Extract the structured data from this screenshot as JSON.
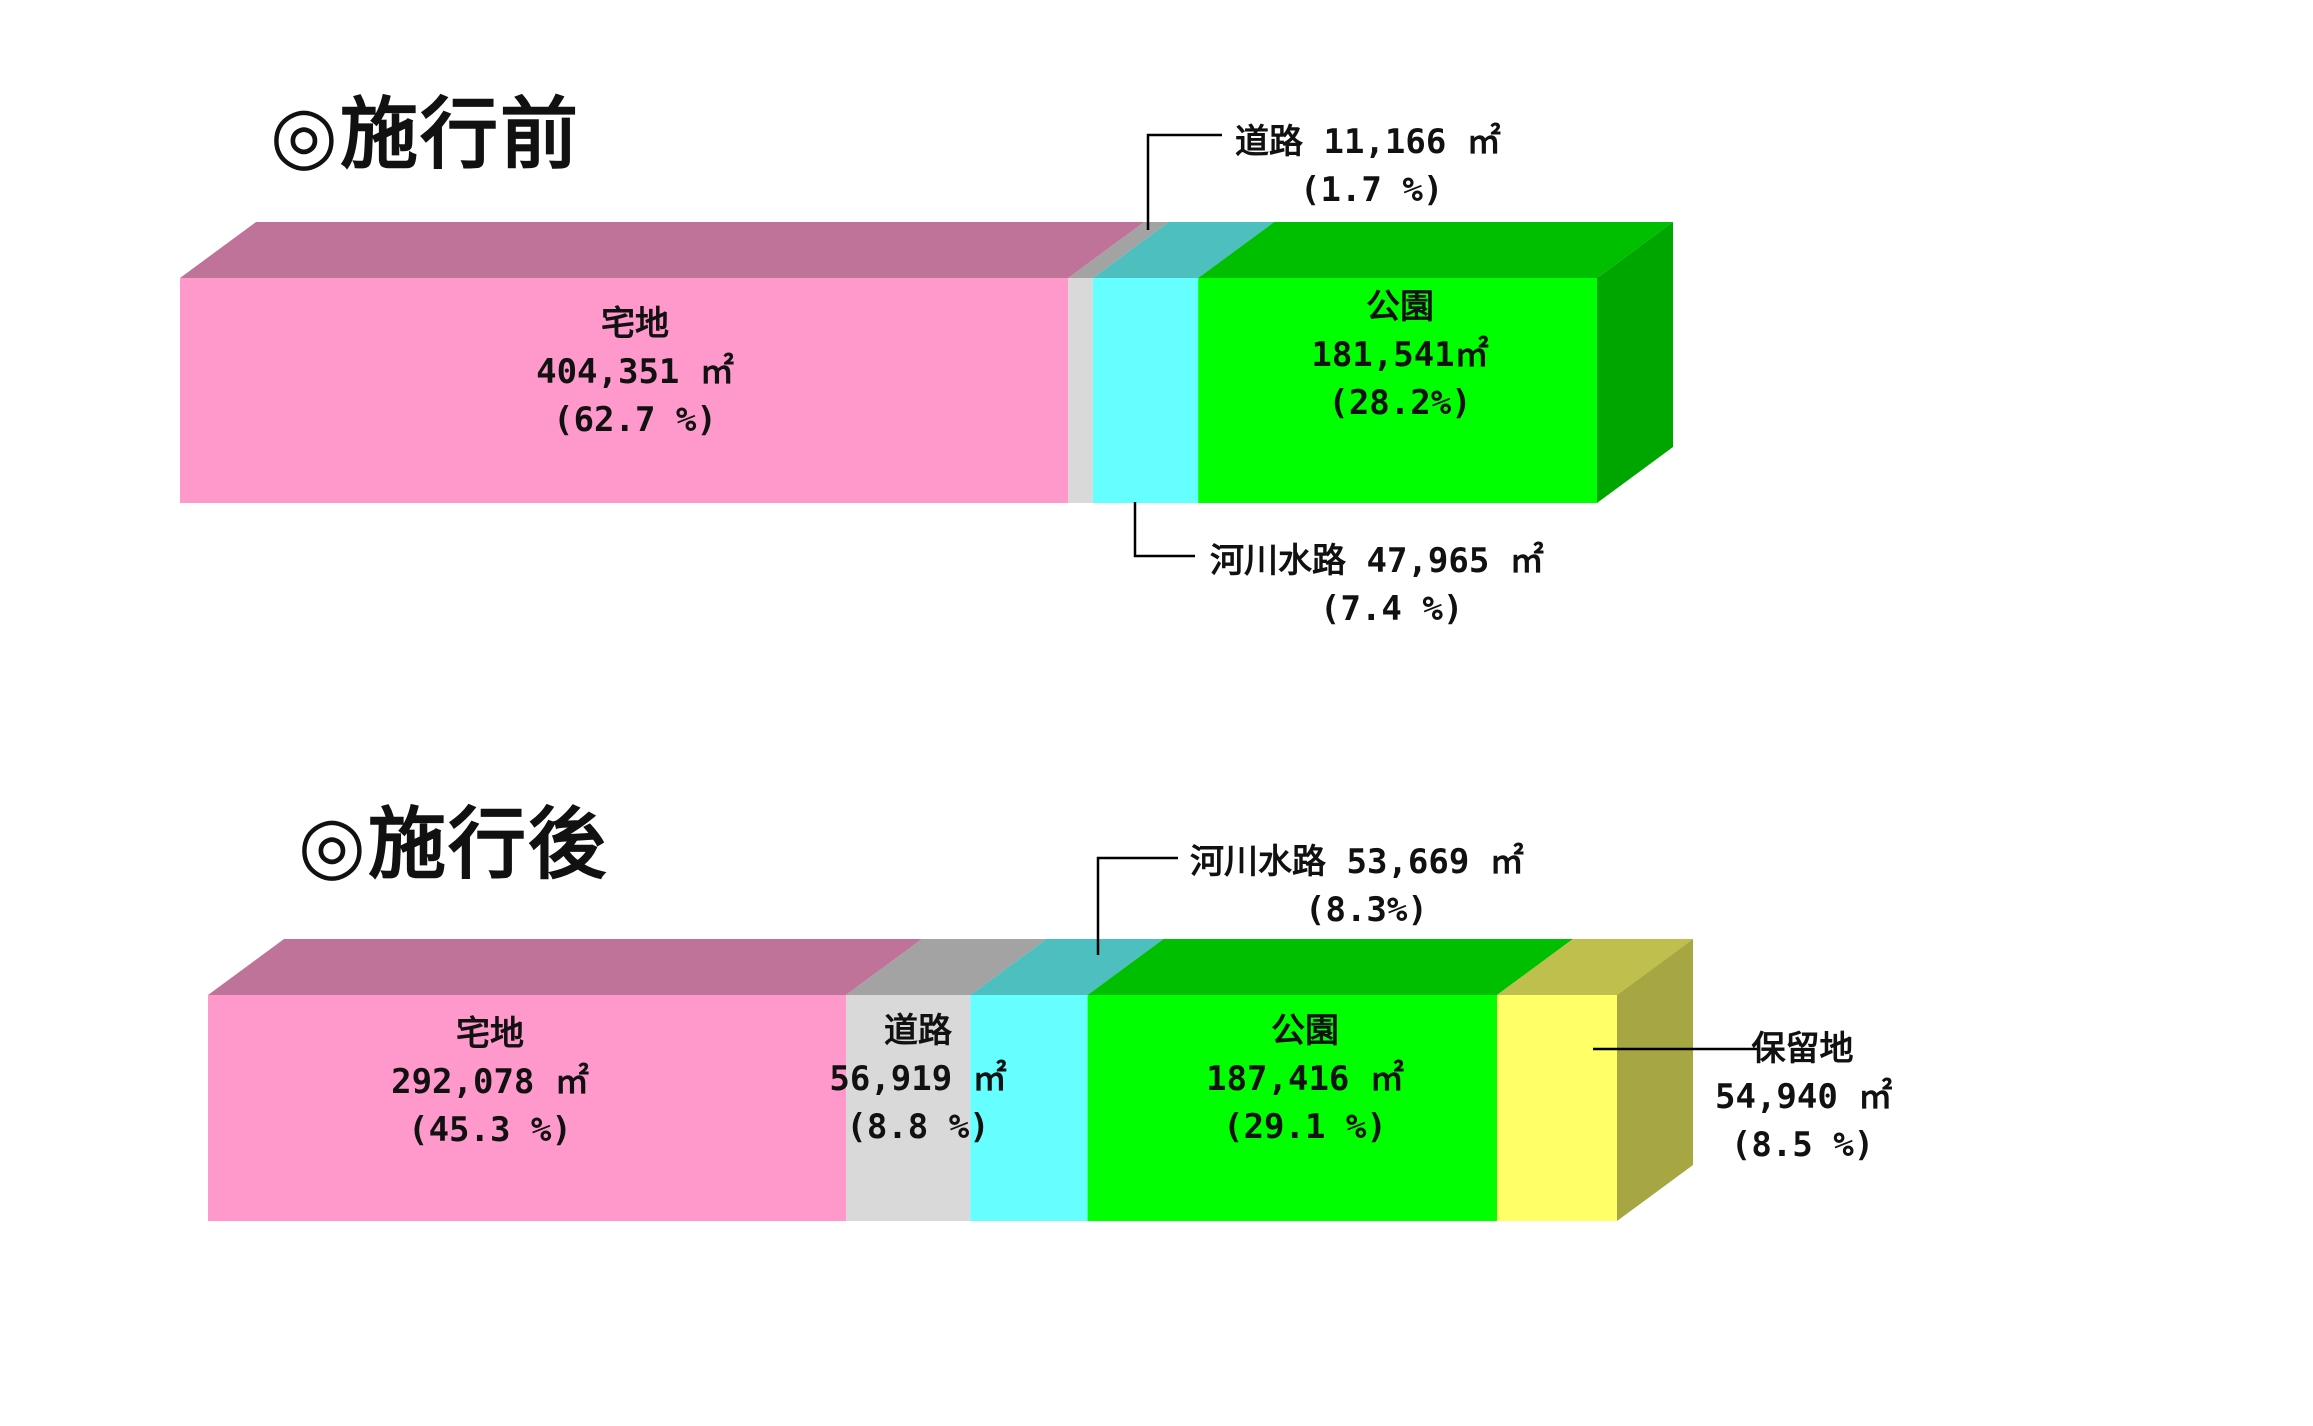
{
  "chart_data": [
    {
      "type": "bar",
      "stacked": "horizontal-100%",
      "title": "◎施行前",
      "series": [
        {
          "name": "宅地",
          "area_label": "404,351 ㎡",
          "percent_label": "(62.7 %)",
          "value": 404351,
          "color": "#ff99cc"
        },
        {
          "name": "道路",
          "area_label": "11,166 ㎡",
          "percent_label": "(1.7 %)",
          "value": 11166,
          "color": "#d9d9d9"
        },
        {
          "name": "河川水路",
          "area_label": "47,965 ㎡",
          "percent_label": "(7.4 %)",
          "value": 47965,
          "color": "#66ffff"
        },
        {
          "name": "公園",
          "area_label": "181,541㎡",
          "percent_label": "(28.2%)",
          "value": 181541,
          "color": "#00ff00"
        }
      ]
    },
    {
      "type": "bar",
      "stacked": "horizontal-100%",
      "title": "◎施行後",
      "series": [
        {
          "name": "宅地",
          "area_label": "292,078 ㎡",
          "percent_label": "(45.3 %)",
          "value": 292078,
          "color": "#ff99cc"
        },
        {
          "name": "道路",
          "area_label": "56,919 ㎡",
          "percent_label": "(8.8 %)",
          "value": 56919,
          "color": "#d9d9d9"
        },
        {
          "name": "河川水路",
          "area_label": "53,669 ㎡",
          "percent_label": "(8.3%)",
          "value": 53669,
          "color": "#66ffff"
        },
        {
          "name": "公園",
          "area_label": "187,416 ㎡",
          "percent_label": "(29.1 %)",
          "value": 187416,
          "color": "#00ff00"
        },
        {
          "name": "保留地",
          "area_label": "54,940 ㎡",
          "percent_label": "(8.5 %)",
          "value": 54940,
          "color": "#ffff66"
        }
      ]
    }
  ]
}
